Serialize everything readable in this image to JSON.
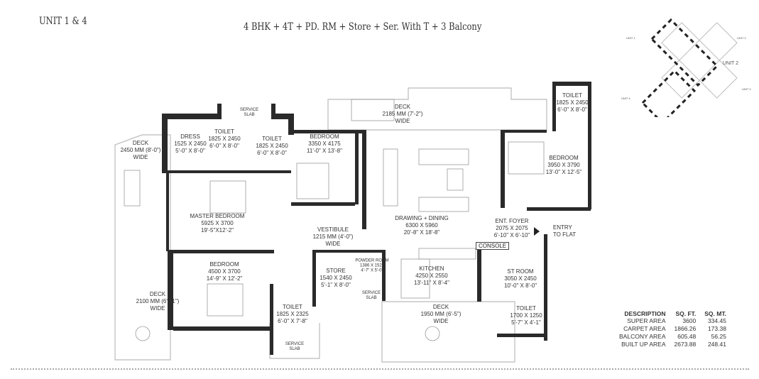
{
  "header": {
    "unit_title": "UNIT 1 & 4",
    "configuration": "4 BHK + 4T + PD. RM + Store + Ser. With T + 3 Balcony"
  },
  "key_plan": {
    "labels": [
      "UNIT 1",
      "UNIT 2",
      "UNIT 2",
      "UNIT 3",
      "UNIT 4"
    ]
  },
  "rooms": [
    {
      "name": "DECK",
      "dim1": "2450 MM (8'-0\")",
      "dim2": "WIDE"
    },
    {
      "name": "DRESS",
      "dim1": "1525 X 2450",
      "dim2": "5'-0\" X 8'-0\""
    },
    {
      "name": "TOILET",
      "dim1": "1825 X 2450",
      "dim2": "6'-0\" X 8'-0\""
    },
    {
      "name": "TOILET",
      "dim1": "1825 X 2450",
      "dim2": "6'-0\" X 8'-0\""
    },
    {
      "name": "SERVICE",
      "dim1": "SLAB",
      "dim2": ""
    },
    {
      "name": "BEDROOM",
      "dim1": "3350 X 4175",
      "dim2": "11'-0\" X 13'-8\""
    },
    {
      "name": "MASTER BEDROOM",
      "dim1": "5925 X 3700",
      "dim2": "19'-5\"X12'-2\""
    },
    {
      "name": "VESTIBULE",
      "dim1": "1215 MM (4'-0\")",
      "dim2": "WIDE"
    },
    {
      "name": "BEDROOM",
      "dim1": "4500 X 3700",
      "dim2": "14'-9\" X 12'-2\""
    },
    {
      "name": "DECK",
      "dim1": "2100 MM (6'-11\")",
      "dim2": "WIDE"
    },
    {
      "name": "TOILET",
      "dim1": "1825 X 2325",
      "dim2": "6'-0\" X 7'-8\""
    },
    {
      "name": "SERVICE",
      "dim1": "SLAB",
      "dim2": ""
    },
    {
      "name": "STORE",
      "dim1": "1540 X 2450",
      "dim2": "5'-1\" X 8'-0\""
    },
    {
      "name": "POWDER ROOM",
      "dim1": "1386 X 1526",
      "dim2": "4'-7\" X 5'-0\""
    },
    {
      "name": "SERVICE",
      "dim1": "SLAB",
      "dim2": ""
    },
    {
      "name": "KITCHEN",
      "dim1": "4250 X 2550",
      "dim2": "13'-11\" X 8'-4\""
    },
    {
      "name": "DECK",
      "dim1": "1950 MM (6'-5\")",
      "dim2": "WIDE"
    },
    {
      "name": "DRAWING + DINING",
      "dim1": "6300 X 5960",
      "dim2": "20'-8\" X 18'-8\""
    },
    {
      "name": "DECK",
      "dim1": "2185 MM (7'-2\")",
      "dim2": "WIDE"
    },
    {
      "name": "ENT. FOYER",
      "dim1": "2075 X 2075",
      "dim2": "6'-10\" X 6'-10\""
    },
    {
      "name": "TOILET",
      "dim1": "1825 X 2450",
      "dim2": "6'-0\" X 8'-0\""
    },
    {
      "name": "BEDROOM",
      "dim1": "3950 X 3790",
      "dim2": "13'-0\" X 12'-5\""
    },
    {
      "name": "ST ROOM",
      "dim1": "3050 X 2450",
      "dim2": "10'-0\" X 8'-0\""
    },
    {
      "name": "TOILET",
      "dim1": "1700 X 1250",
      "dim2": "5'-7\" X 4'-1\""
    }
  ],
  "entry": {
    "line1": "ENTRY",
    "line2": "TO FLAT"
  },
  "console": "CONSOLE",
  "area_table": {
    "headers": [
      "DESCRIPTION",
      "SQ. FT.",
      "SQ. MT."
    ],
    "rows": [
      [
        "SUPER AREA",
        "3600",
        "334.45"
      ],
      [
        "CARPET AREA",
        "1866.26",
        "173.38"
      ],
      [
        "BALCONY AREA",
        "605.48",
        "56.25"
      ],
      [
        "BUILT UP AREA",
        "2673.88",
        "248.41"
      ]
    ]
  },
  "colors": {
    "wall": "#2a2a2a",
    "deck_outline": "#bbbbbb",
    "text": "#333333"
  }
}
